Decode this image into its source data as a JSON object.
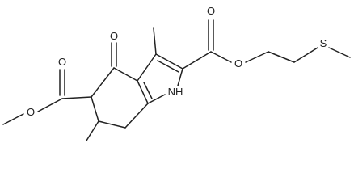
{
  "atoms": {
    "ketone_O": "O",
    "ester5_carbonyl_O": "O",
    "ester5_ether_O": "O",
    "ester2_carbonyl_O": "O",
    "ester2_ether_O": "O",
    "sulfur": "S",
    "nh": "NH"
  }
}
